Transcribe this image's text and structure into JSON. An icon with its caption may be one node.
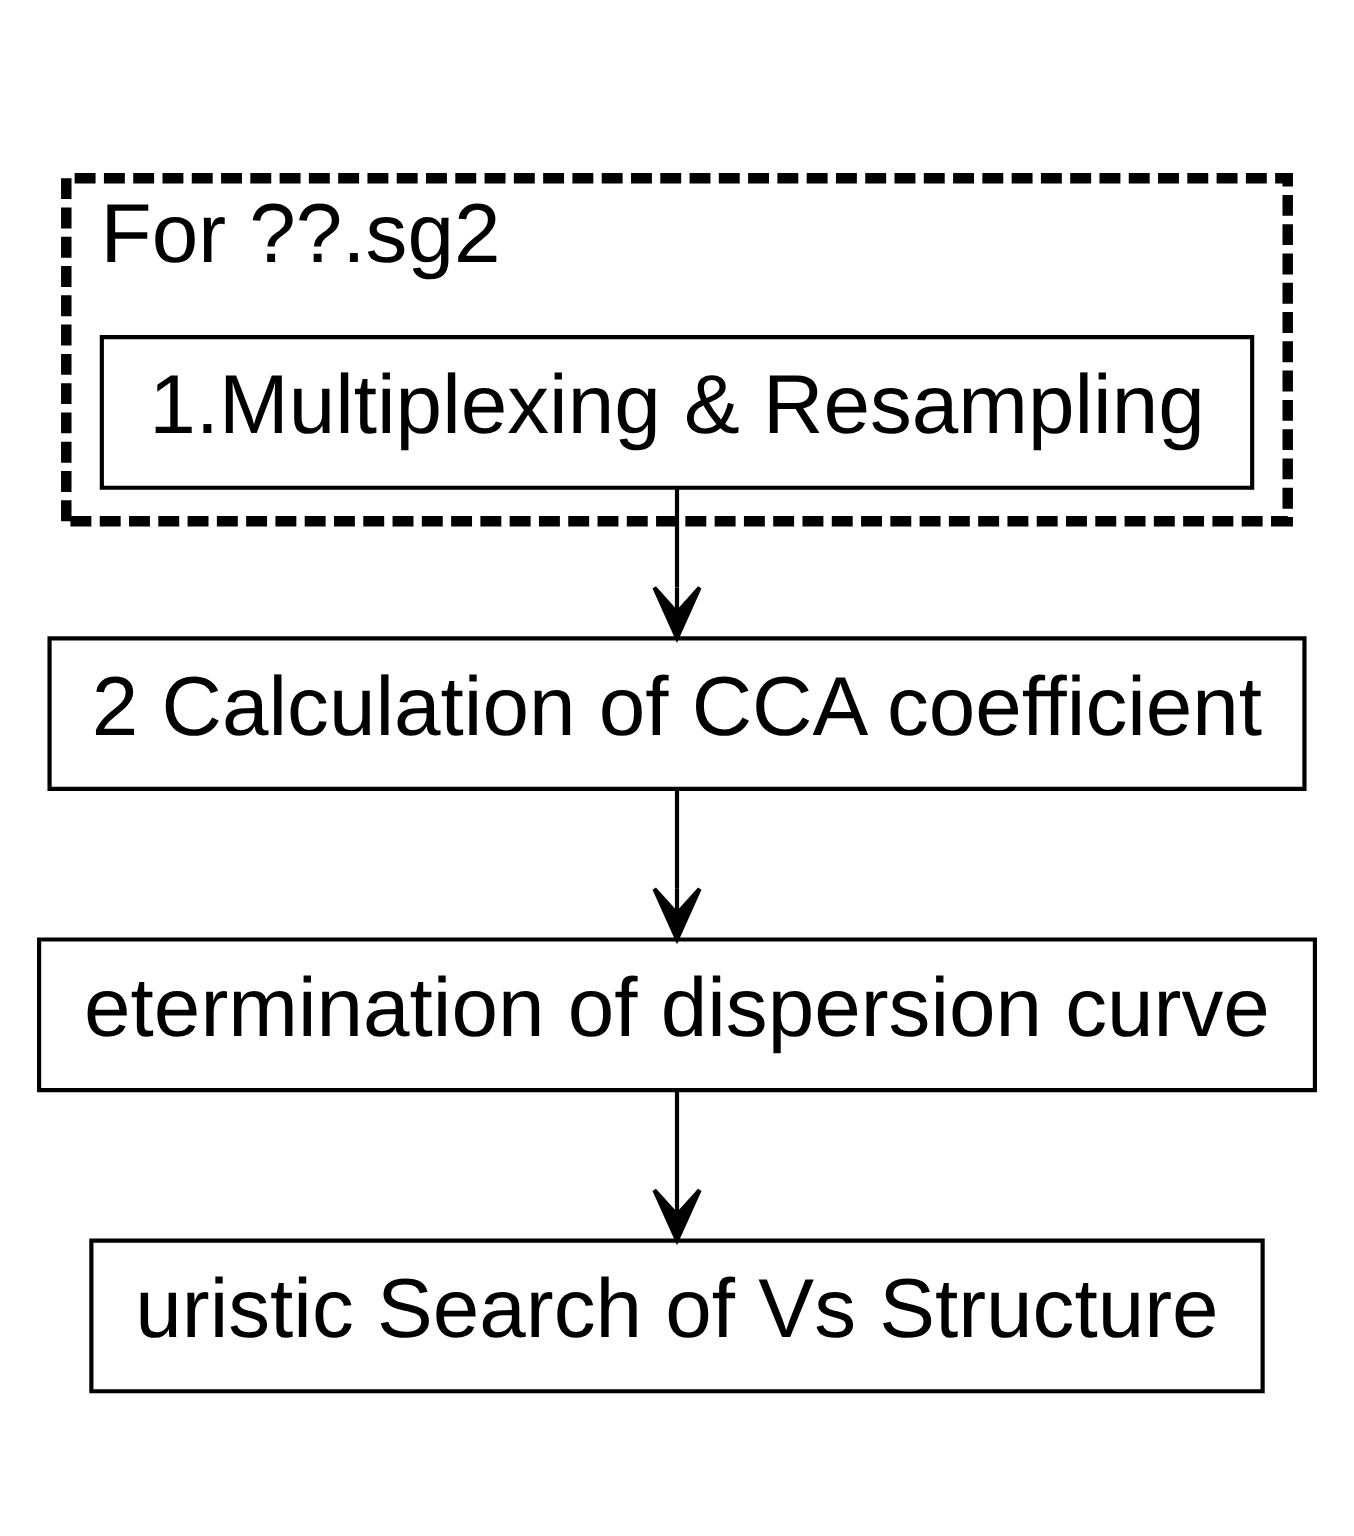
{
  "diagram": {
    "nodes": [
      {
        "text": [
          "For ??.sg2"
        ]
      },
      {
        "text": [
          "1.Multiplexing & Resampling"
        ],
        "in": 0
      },
      {
        "text": [
          "2 Calculation of CCA coefficient"
        ]
      },
      {
        "text": [
          "etermination of dispersion curve"
        ]
      },
      {
        "text": [
          "uristic Search of Vs Structure"
        ]
      }
    ],
    "edges": [
      {
        "from": 1,
        "to": 2,
        "arrow": "to"
      },
      {
        "from": 2,
        "to": 3,
        "arrow": "to"
      },
      {
        "from": 3,
        "to": 4,
        "arrow": "to"
      }
    ]
  }
}
